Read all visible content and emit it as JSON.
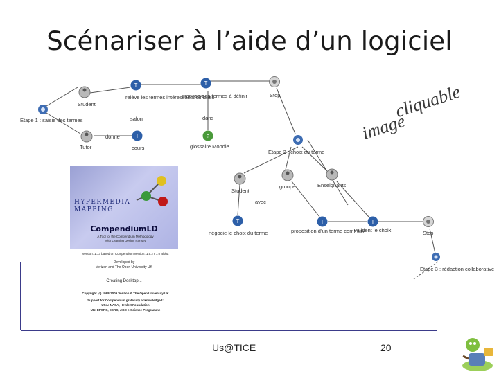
{
  "slide": {
    "title": "Scénariser à l’aide d’un logiciel",
    "footer_left": "Us@TICE",
    "page_number": "20"
  },
  "diagram": {
    "nodes": {
      "etape1": "Etape 1 : saisie des termes",
      "student": "Student",
      "releve": "relève les termes intéressants/difficiles",
      "propose": "propose des termes à définir",
      "stop1": "Stop",
      "tutor": "Tutor",
      "donne": "donne",
      "salon": "salon",
      "cours": "cours",
      "dans": "dans",
      "glossaire": "glossaire Moodle",
      "etape2": "Etape 2 : choix du terme",
      "student2": "Student",
      "groupe": "groupe",
      "enseignants": "Enseignants",
      "avec": "avec",
      "negocie": "négocie le choix du terme",
      "proposition": "proposition d’un terme commun",
      "valident": "valident le choix",
      "stop2": "Stop",
      "etape3": "Etape 3 : rédaction collaborative"
    },
    "tag_words": [
      "image",
      "cliquable"
    ],
    "colors": {
      "link": "#555555",
      "node_gray": "#b9b9b9",
      "node_blue": "#2d5fa8",
      "accent_line": "#3b3b8a"
    }
  },
  "splash": {
    "brand_line1": "HYPERMEDIA",
    "brand_line2": "MAPPING",
    "product": "CompendiumLD",
    "tagline1": "A Tool for the Compendium Methodology",
    "tagline2": "with Learning Design Iconset",
    "version": "Version: 1.13 based on Compendium version: 1.5.2 r 1.0 alpha",
    "developed": "Developed by",
    "developers": "Verizon and The Open University UK",
    "status": "Creating Desktop...",
    "copyright": "Copyright (c) 1998-2009 Verizon & The Open University UK",
    "support1": "Support for Compendium gratefully acknowledged:",
    "support2": "USA: NASA, Hewlett Foundation",
    "support3": "UK: EPSRC, ESRC, JISC e-Science Programme"
  }
}
